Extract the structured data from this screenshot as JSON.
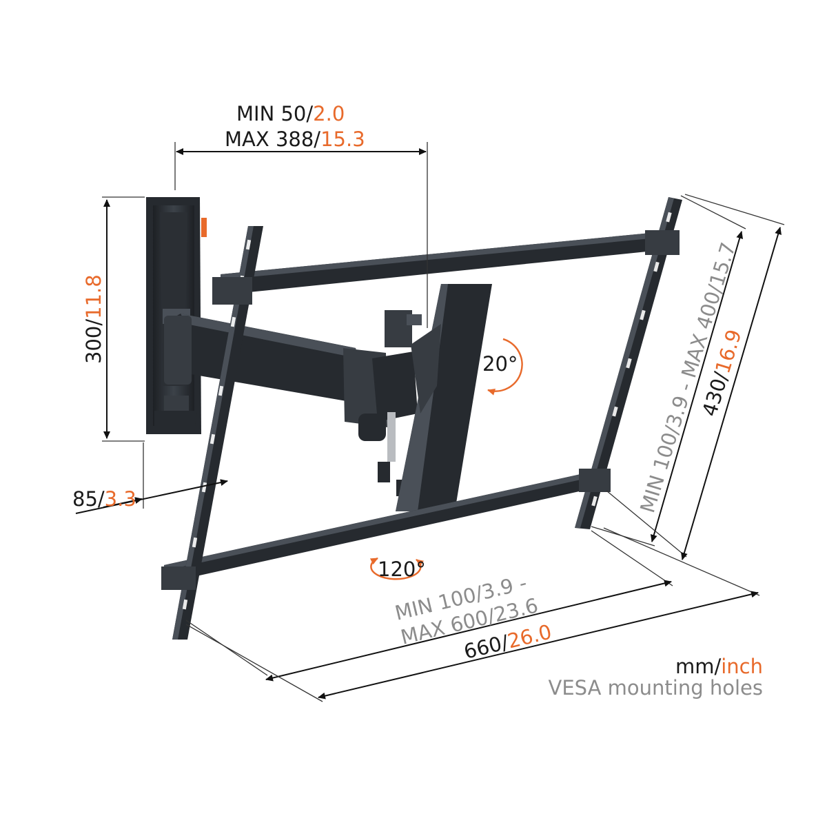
{
  "colors": {
    "primary_text": "#1a1a1a",
    "accent": "#e86a2b",
    "secondary_text": "#8c8c8c",
    "bracket": "#2b2f34"
  },
  "labels": {
    "depth_min_mm": "MIN 50/",
    "depth_min_in": "2.0",
    "depth_max_mm": "MAX 388/",
    "depth_max_in": "15.3",
    "plate_height_mm": "300/",
    "plate_height_in": "11.8",
    "plate_depth_mm": "85/",
    "plate_depth_in": "3.3",
    "tilt_angle": "20°",
    "swivel_angle": "120°",
    "vesa_vertical_line1": "MIN 100/",
    "vesa_vertical_line1_in": "3.9 -",
    "vesa_vertical_line2": " MAX 400/",
    "vesa_vertical_line2_in": "15.7",
    "frame_height_mm": "430/",
    "frame_height_in": "16.9",
    "vesa_horizontal_line1": "MIN 100/",
    "vesa_horizontal_line1_in": "3.9 -",
    "vesa_horizontal_line2": "MAX 600/",
    "vesa_horizontal_line2_in": "23.6",
    "frame_width_mm": "660/",
    "frame_width_in": "26.0"
  },
  "legend": {
    "unit_mm": "mm/",
    "unit_inch": "inch",
    "vesa_note": "VESA mounting holes"
  }
}
